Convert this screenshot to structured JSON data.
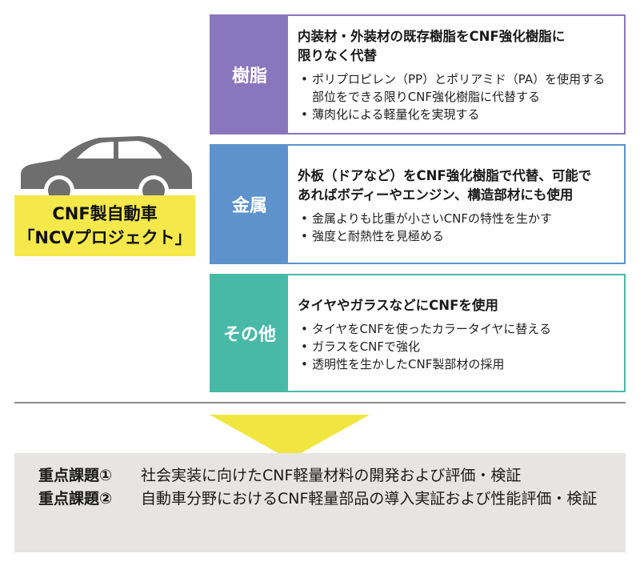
{
  "car": {
    "label_line1": "CNF製自動車",
    "label_line2": "「NCVプロジェクト」"
  },
  "colors": {
    "resin": "#8a76bc",
    "metal": "#5d92cc",
    "other": "#48b9a6",
    "car_label_bg": "#f4e84a",
    "arrow": "#f1e640",
    "issues_bg": "#e6e5e3",
    "car_body": "#6e6e6e"
  },
  "categories": [
    {
      "name": "樹脂",
      "title_lines": [
        "内装材・外装材の既存樹脂をCNF強化樹脂に",
        "限りなく代替"
      ],
      "bullets": [
        [
          "ポリプロピレン（PP）とポリアミド（PA）を使用する",
          "部位をできる限りCNF強化樹脂に代替する"
        ],
        [
          "薄肉化による軽量化を実現する"
        ]
      ]
    },
    {
      "name": "金属",
      "title_lines": [
        "外板（ドアなど）をCNF強化樹脂で代替、可能で",
        "あればボディーやエンジン、構造部材にも使用"
      ],
      "bullets": [
        [
          "金属よりも比重が小さいCNFの特性を生かす"
        ],
        [
          "強度と耐熱性を見極める"
        ]
      ]
    },
    {
      "name": "その他",
      "title_lines": [
        "タイヤやガラスなどにCNFを使用"
      ],
      "bullets": [
        [
          "タイヤをCNFを使ったカラータイヤに替える"
        ],
        [
          "ガラスをCNFで強化"
        ],
        [
          "透明性を生かしたCNF製部材の採用"
        ]
      ]
    }
  ],
  "issues": [
    {
      "label": "重点課題①",
      "text": "社会実装に向けたCNF軽量材料の開発および評価・検証"
    },
    {
      "label": "重点課題②",
      "text": "自動車分野におけるCNF軽量部品の導入実証および性能評価・検証"
    }
  ]
}
